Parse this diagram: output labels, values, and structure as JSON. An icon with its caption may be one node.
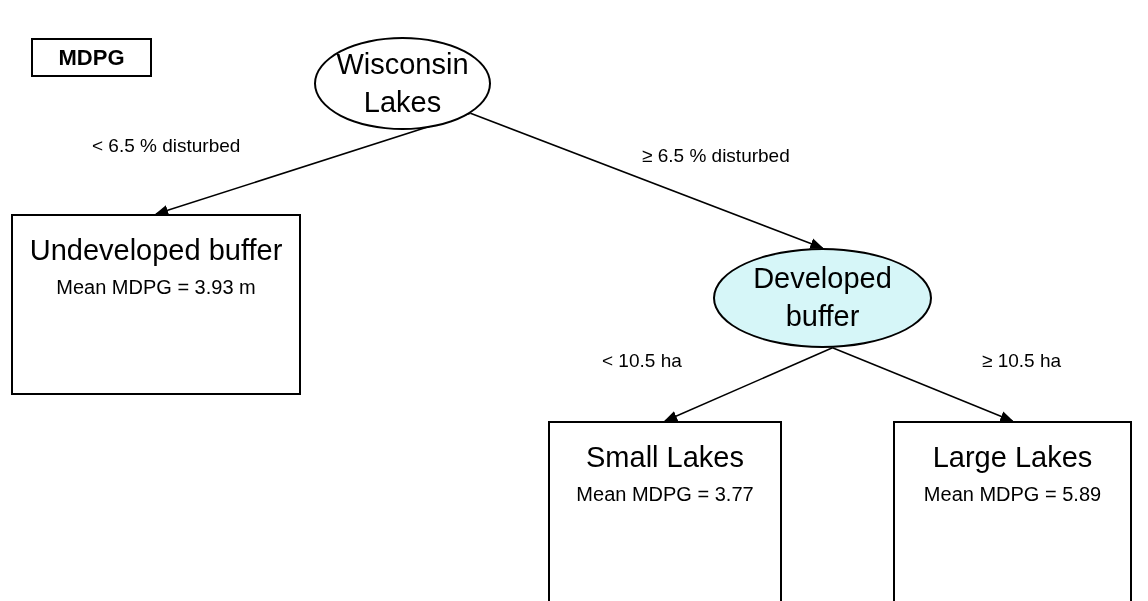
{
  "diagram": {
    "nodes": [
      {
        "text": [
          "MDPG"
        ]
      },
      {
        "text": [
          "Wisconsin Lakes"
        ]
      },
      {
        "text": [
          "Undeveloped buffer",
          "Mean MDPG = 3.93 m"
        ]
      },
      {
        "text": [
          "Developed buffer"
        ]
      },
      {
        "text": [
          "Small Lakes",
          "Mean MDPG = 3.77"
        ]
      },
      {
        "text": [
          "Large Lakes",
          "Mean MDPG = 5.89"
        ]
      }
    ],
    "edges": [
      {
        "from": 1,
        "to": 2,
        "arrow": "to",
        "label": "< 6.5 % disturbed"
      },
      {
        "from": 1,
        "to": 3,
        "arrow": "to",
        "label": "≥ 6.5 % disturbed"
      },
      {
        "from": 3,
        "to": 4,
        "arrow": "to",
        "label": "< 10.5 ha"
      },
      {
        "from": 3,
        "to": 5,
        "arrow": "to",
        "label": "≥ 10.5 ha"
      }
    ]
  }
}
